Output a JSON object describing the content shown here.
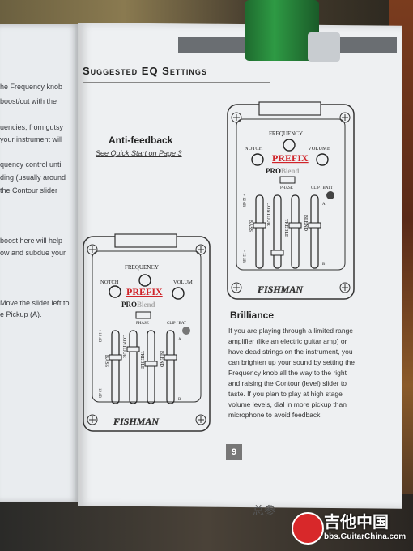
{
  "left_page_lines": [
    "he Frequency knob",
    "boost/cut with the",
    "uencies, from gutsy",
    "your instrument will",
    "quency control until",
    "ding (usually around",
    "the Contour slider",
    "boost here will help",
    "ow and subdue your",
    "Move the slider left to",
    "e Pickup (A)."
  ],
  "section_title": "Suggested EQ Settings",
  "anti_feedback": {
    "heading": "Anti-feedback",
    "link": "See Quick Start on Page 3"
  },
  "panel": {
    "frequency": "FREQUENCY",
    "notch": "NOTCH",
    "volume": "VOLUME",
    "volume_cut": "VOLUM",
    "brand_top": "PREFIX",
    "brand_pro": "PRO",
    "brand_blend": "Blend",
    "phase": "PHASE",
    "clip_batt": "CLIP / BATT",
    "clip_batt_cut": "CLIP / BAT",
    "sliders": [
      "BASS",
      "CONTOUR",
      "TREBLE",
      "BLEND"
    ],
    "plus12": "+ 12 dB",
    "minus12": "- 12 dB",
    "scale_a": "A",
    "scale_b": "B",
    "logo": "FISHMAN"
  },
  "brilliance": {
    "heading": "Brilliance",
    "lines": [
      "If you are playing through a limited range",
      "amplifier (like an electric guitar amp) or",
      "have dead strings on the instrument, you",
      "can brighten up your sound by setting the",
      "Frequency knob all the way to the right",
      "and raising the Contour (level) slider  to",
      "taste. If you plan to play at high stage",
      "volume levels, dial in more pickup than",
      "microphone to avoid feedback."
    ]
  },
  "page_number": "9",
  "watermark": {
    "title": "吉他中国",
    "url": "bbs.GuitarChina.com",
    "partial_text": "总参"
  },
  "colors": {
    "page": "#eef0f2",
    "ink": "#222222",
    "prefix_red": "#d0242a",
    "cap_green": "#2e9a44"
  }
}
